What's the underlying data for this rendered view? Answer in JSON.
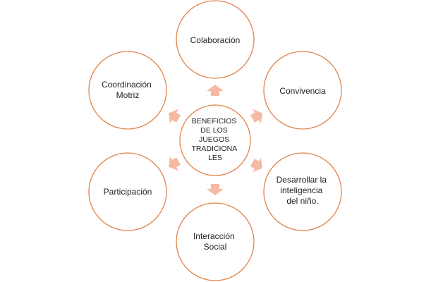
{
  "diagram": {
    "center": {
      "lines": [
        "BENEFICIOS",
        "DE LOS",
        "JUEGOS",
        "TRADICIONA",
        "LES"
      ]
    },
    "nodes": [
      {
        "id": "colaboracion",
        "lines": [
          "Colaboración"
        ]
      },
      {
        "id": "convivencia",
        "lines": [
          "Convivencia"
        ]
      },
      {
        "id": "desarrollar",
        "lines": [
          "Desarrollar la",
          "inteligencia",
          "del niño."
        ]
      },
      {
        "id": "interaccion",
        "lines": [
          "Interacción",
          "Social"
        ]
      },
      {
        "id": "participacion",
        "lines": [
          "Participación"
        ]
      },
      {
        "id": "coordinacion",
        "lines": [
          "Coordinación",
          "Motriz"
        ]
      }
    ],
    "colors": {
      "circle_stroke": "#e0844a",
      "arrow_fill": "#f5b9a4",
      "text": "#222222"
    }
  }
}
